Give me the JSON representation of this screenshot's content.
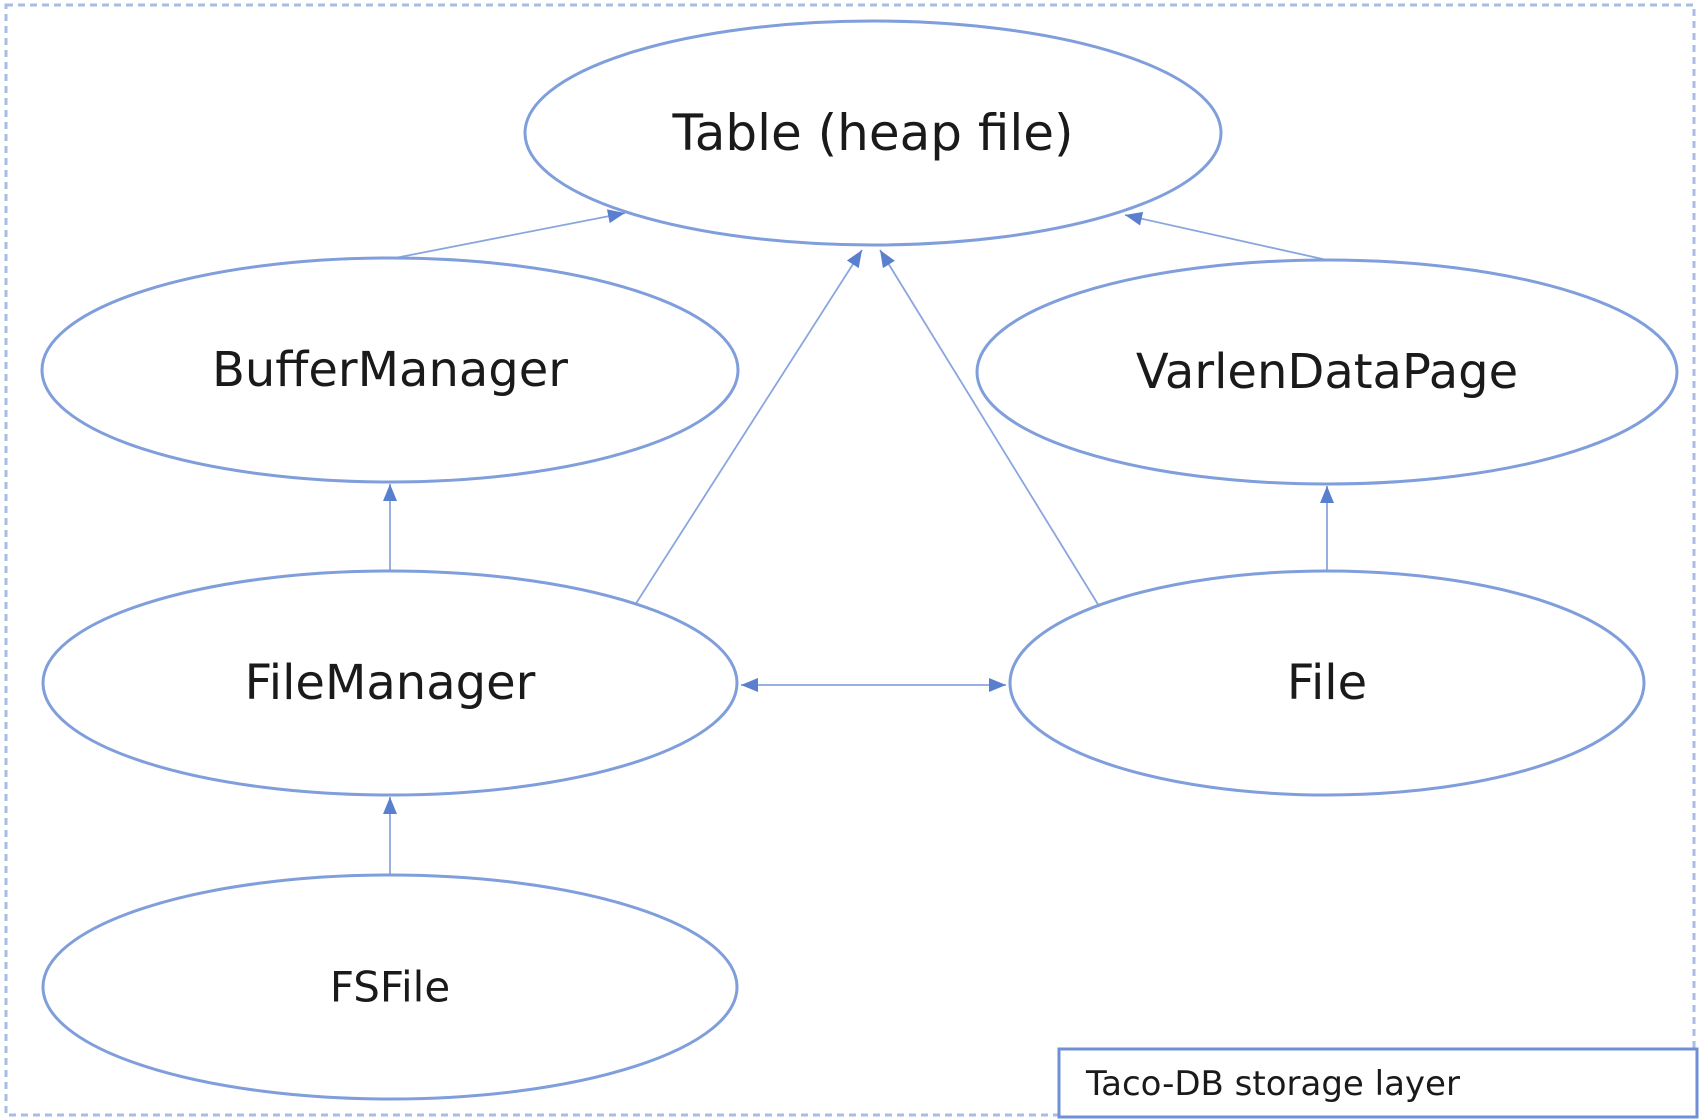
{
  "diagram": {
    "legend": "Taco-DB storage layer",
    "nodes": [
      {
        "id": "table",
        "label": "Table (heap file)"
      },
      {
        "id": "buffermanager",
        "label": "BufferManager"
      },
      {
        "id": "varlendatapage",
        "label": "VarlenDataPage"
      },
      {
        "id": "filemanager",
        "label": "FileManager"
      },
      {
        "id": "file",
        "label": "File"
      },
      {
        "id": "fsfile",
        "label": "FSFile"
      }
    ],
    "edges": [
      {
        "from": "buffermanager",
        "to": "table"
      },
      {
        "from": "varlendatapage",
        "to": "table"
      },
      {
        "from": "filemanager",
        "to": "table"
      },
      {
        "from": "file",
        "to": "table"
      },
      {
        "from": "filemanager",
        "to": "buffermanager"
      },
      {
        "from": "file",
        "to": "varlendatapage"
      },
      {
        "from": "fsfile",
        "to": "filemanager"
      },
      {
        "from": "filemanager",
        "to": "file",
        "bidirectional": true
      }
    ]
  }
}
